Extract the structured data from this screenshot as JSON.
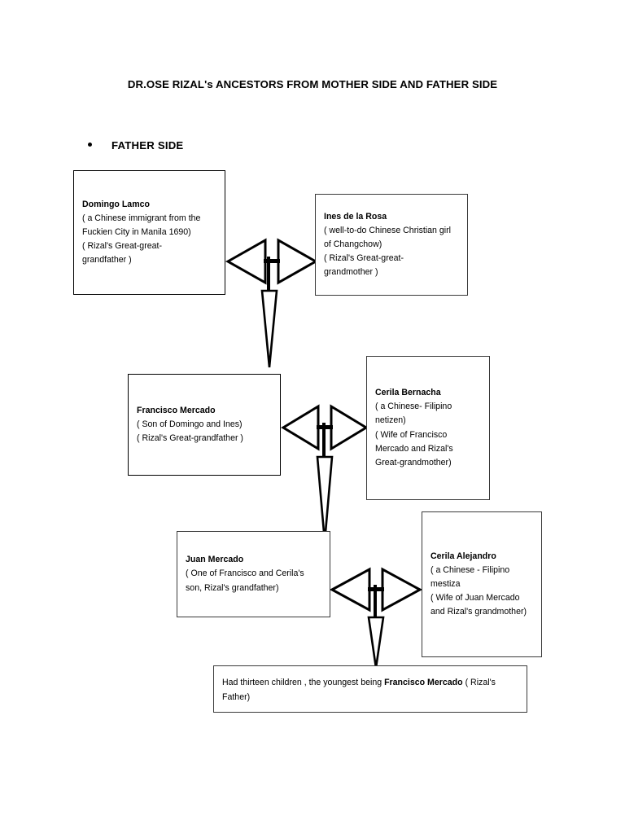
{
  "document": {
    "title": "DR.OSE RIZAL's ANCESTORS FROM MOTHER SIDE AND FATHER SIDE",
    "section_label": "FATHER SIDE",
    "bullet_glyph": "bullet-dot"
  },
  "nodes": {
    "domingo": {
      "name": "Domingo Lamco",
      "line1": "( a Chinese immigrant from the",
      "line2": "Fuckien City in Manila 1690)",
      "line3": "( Rizal's Great-great-",
      "line4": "grandfather )"
    },
    "ines": {
      "name": "Ines de la Rosa",
      "line1": "( well-to-do Chinese Christian girl",
      "line2": "of Changchow)",
      "line3": "( Rizal's Great-great-",
      "line4": "grandmother )"
    },
    "francisco": {
      "name": "Francisco Mercado",
      "line1": "( Son of Domingo and Ines)",
      "line2": "( Rizal's Great-grandfather )"
    },
    "cerila_bernacha": {
      "name": "Cerila Bernacha",
      "line1": "( a Chinese- Filipino",
      "line2": "netizen)",
      "line3": "( Wife of Francisco",
      "line4": "Mercado and Rizal's",
      "line5": "Great-grandmother)"
    },
    "juan": {
      "name": "Juan Mercado",
      "line1": "( One of Francisco and Cerila's",
      "line2": "son, Rizal's grandfather)"
    },
    "cerila_alejandro": {
      "name": "Cerila Alejandro",
      "line1": "( a Chinese - Filipino",
      "line2": "mestiza",
      "line3": "( Wife of Juan Mercado",
      "line4": "and Rizal's grandmother)"
    },
    "children": {
      "text_before": "Had thirteen children , the youngest being ",
      "text_bold": "Francisco Mercado",
      "text_after": " ( Rizal's Father)"
    }
  },
  "connectors": {
    "union1": "double-arrow-icon",
    "union2": "double-arrow-icon",
    "union3": "double-arrow-icon",
    "descent1": "down-arrow-icon",
    "descent2": "down-arrow-icon",
    "descent3": "down-arrow-icon"
  },
  "colors": {
    "ink": "#000000",
    "box_border": "#3a3a3a",
    "box_border_thick": "#000000",
    "paper": "#ffffff"
  }
}
